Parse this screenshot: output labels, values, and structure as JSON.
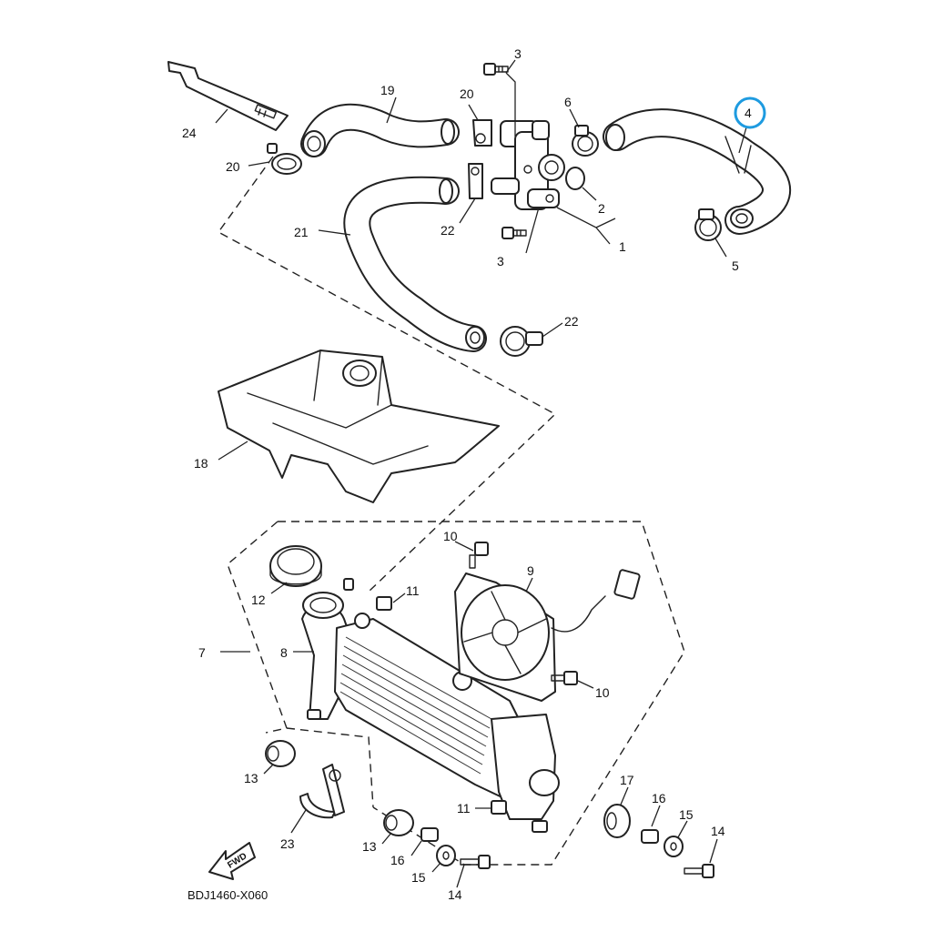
{
  "diagram": {
    "reference_code": "BDJ1460-X060",
    "fwd_label": "FWD",
    "highlighted_part": "4",
    "highlight_color": "#1e9be0",
    "callouts": {
      "c1": "1",
      "c2": "2",
      "c3a": "3",
      "c3b": "3",
      "c4": "4",
      "c5": "5",
      "c6": "6",
      "c7": "7",
      "c8": "8",
      "c9": "9",
      "c10a": "10",
      "c10b": "10",
      "c11a": "11",
      "c11b": "11",
      "c12": "12",
      "c13a": "13",
      "c13b": "13",
      "c14a": "14",
      "c14b": "14",
      "c15a": "15",
      "c15b": "15",
      "c16a": "16",
      "c16b": "16",
      "c17": "17",
      "c18": "18",
      "c19": "19",
      "c20a": "20",
      "c20b": "20",
      "c21": "21",
      "c22a": "22",
      "c22b": "22",
      "c23": "23",
      "c24": "24"
    }
  }
}
